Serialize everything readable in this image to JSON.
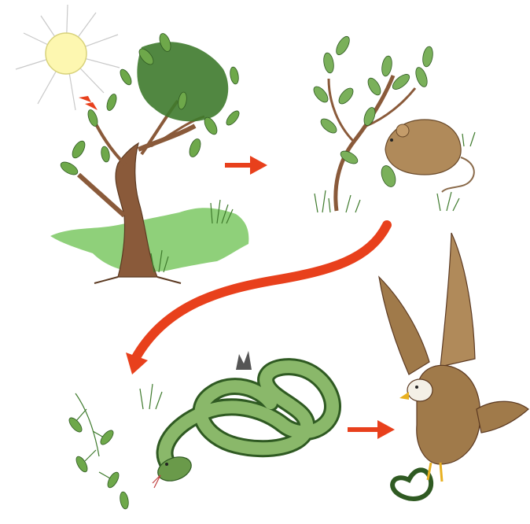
{
  "diagram": {
    "type": "food-chain",
    "nodes": [
      {
        "id": "sun",
        "icon": "sun-icon"
      },
      {
        "id": "tree",
        "icon": "tree-icon"
      },
      {
        "id": "mouse",
        "icon": "mouse-icon"
      },
      {
        "id": "snake",
        "icon": "snake-icon"
      },
      {
        "id": "eagle",
        "icon": "eagle-icon"
      }
    ],
    "edges": [
      {
        "from": "sun",
        "to": "tree"
      },
      {
        "from": "tree",
        "to": "mouse"
      },
      {
        "from": "mouse",
        "to": "snake"
      },
      {
        "from": "snake",
        "to": "eagle"
      }
    ]
  },
  "colors": {
    "arrow": "#e8401c",
    "sun": "#fdf7b0",
    "leaf": "#6ea84a",
    "leaf_dark": "#3e7a2c",
    "trunk": "#8a5a3a",
    "grass_patch": "#8fd07a",
    "mouse": "#b08a5a",
    "snake": "#6a9a4a",
    "eagle": "#a07a4a"
  }
}
